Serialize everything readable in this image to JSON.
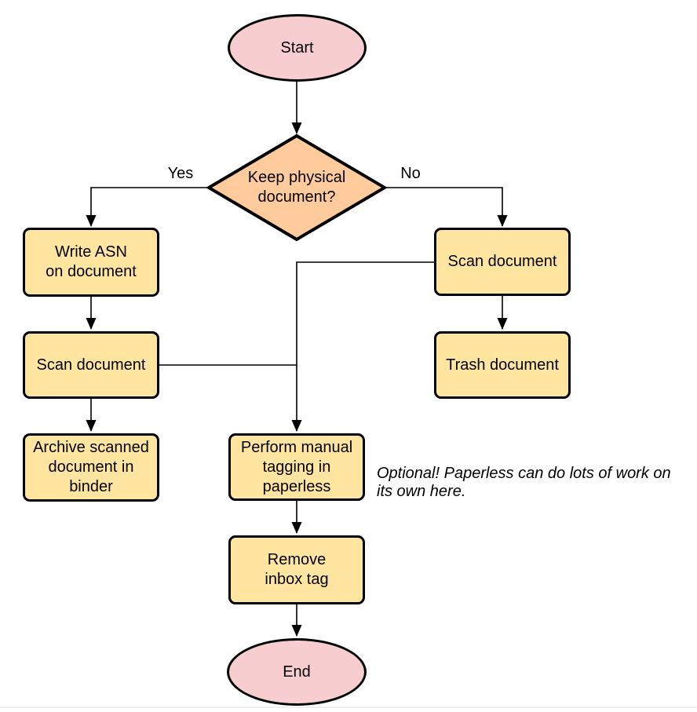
{
  "diagram": {
    "nodes": {
      "start": {
        "label": "Start",
        "shape": "ellipse"
      },
      "decision": {
        "label": "Keep physical\ndocument?",
        "shape": "diamond"
      },
      "write_asn": {
        "label": "Write ASN\non document",
        "shape": "rounded-rect"
      },
      "scan_left": {
        "label": "Scan document",
        "shape": "rounded-rect"
      },
      "archive": {
        "label": "Archive scanned\ndocument in\nbinder",
        "shape": "rounded-rect"
      },
      "scan_right": {
        "label": "Scan document",
        "shape": "rounded-rect"
      },
      "trash": {
        "label": "Trash document",
        "shape": "rounded-rect"
      },
      "tagging": {
        "label": "Perform manual\ntagging in\npaperless",
        "shape": "rounded-rect"
      },
      "remove_inbox": {
        "label": "Remove\ninbox tag",
        "shape": "rounded-rect"
      },
      "end": {
        "label": "End",
        "shape": "ellipse"
      }
    },
    "edge_labels": {
      "yes": "Yes",
      "no": "No"
    },
    "annotation": "Optional! Paperless can do lots of work on\nits own here.",
    "colors": {
      "terminator_fill": "#f8cdd0",
      "decision_fill": "#ffcb9d",
      "process_fill": "#ffe59f",
      "stroke": "#000000"
    }
  }
}
